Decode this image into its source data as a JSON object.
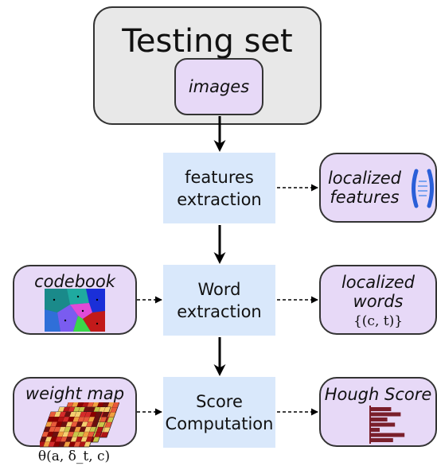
{
  "testing_set": {
    "title": "Testing set",
    "images_label": "images"
  },
  "process": {
    "features": "features\nextraction",
    "word": "Word\nextraction",
    "score": "Score\nComputation"
  },
  "outputs": {
    "localized_features": "localized\nfeatures",
    "localized_words": "localized\nwords",
    "words_formula": "{(c, t)}",
    "hough_score": "Hough Score"
  },
  "inputs": {
    "codebook": "codebook",
    "weight_map": "weight map",
    "weight_formula": "θ(a, δ_t, c)"
  },
  "colors": {
    "process_fill": "#d9e8fb",
    "data_fill": "#e7d9f7",
    "set_fill": "#e8e8e8",
    "hough_bar": "#7a1f2b",
    "bracket_blue": "#2a5fd8"
  },
  "hough_bars": [
    0.55,
    0.8,
    0.45,
    0.65,
    0.25,
    0.9,
    0.6
  ]
}
